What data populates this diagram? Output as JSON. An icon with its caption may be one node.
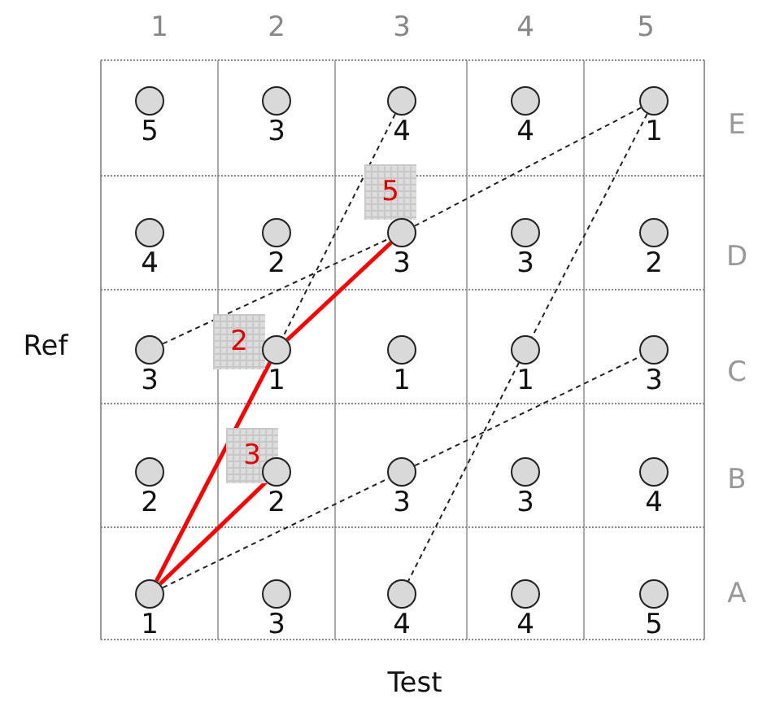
{
  "diagram": {
    "nodes": [
      {
        "text": [
          "5"
        ]
      },
      {
        "text": [
          "3"
        ]
      },
      {
        "text": [
          "4"
        ]
      },
      {
        "text": [
          "4"
        ]
      },
      {
        "text": [
          "1"
        ]
      },
      {
        "text": [
          "4"
        ]
      },
      {
        "text": [
          "2"
        ]
      },
      {
        "text": [
          "3"
        ],
        "beside": [
          "5"
        ]
      },
      {
        "text": [
          "3"
        ]
      },
      {
        "text": [
          "2"
        ]
      },
      {
        "text": [
          "3"
        ]
      },
      {
        "text": [
          "1"
        ],
        "beside": [
          "2"
        ]
      },
      {
        "text": [
          "1"
        ]
      },
      {
        "text": [
          "1"
        ]
      },
      {
        "text": [
          "3"
        ]
      },
      {
        "text": [
          "2"
        ]
      },
      {
        "text": [
          "2"
        ],
        "beside": [
          "3"
        ]
      },
      {
        "text": [
          "3"
        ]
      },
      {
        "text": [
          "3"
        ]
      },
      {
        "text": [
          "4"
        ]
      },
      {
        "text": [
          "1"
        ]
      },
      {
        "text": [
          "3"
        ]
      },
      {
        "text": [
          "4"
        ]
      },
      {
        "text": [
          "4"
        ]
      },
      {
        "text": [
          "5"
        ]
      }
    ],
    "edges": [
      {
        "from": 10,
        "to": 7,
        "arrow": "none",
        "style": "dashed"
      },
      {
        "from": 7,
        "to": 4,
        "arrow": "none",
        "style": "dashed"
      },
      {
        "from": 2,
        "to": 11,
        "arrow": "none",
        "style": "dashed"
      },
      {
        "from": 4,
        "to": 13,
        "arrow": "none",
        "style": "dashed"
      },
      {
        "from": 13,
        "to": 22,
        "arrow": "none",
        "style": "dashed"
      },
      {
        "from": 20,
        "to": 17,
        "arrow": "none",
        "style": "dashed"
      },
      {
        "from": 17,
        "to": 14,
        "arrow": "none",
        "style": "dashed"
      },
      {
        "from": 20,
        "to": 11,
        "arrow": "none",
        "style": "thick",
        "color": "#ff0000"
      },
      {
        "from": 11,
        "to": 7,
        "arrow": "none",
        "style": "thick",
        "color": "#ff0000"
      },
      {
        "from": 20,
        "to": 16,
        "arrow": "none",
        "style": "thick",
        "color": "#ff0000"
      }
    ],
    "labels": [
      "1",
      "2",
      "3",
      "4",
      "5",
      "E",
      "Ref",
      "D",
      "C",
      "B",
      "A",
      "Test"
    ]
  }
}
